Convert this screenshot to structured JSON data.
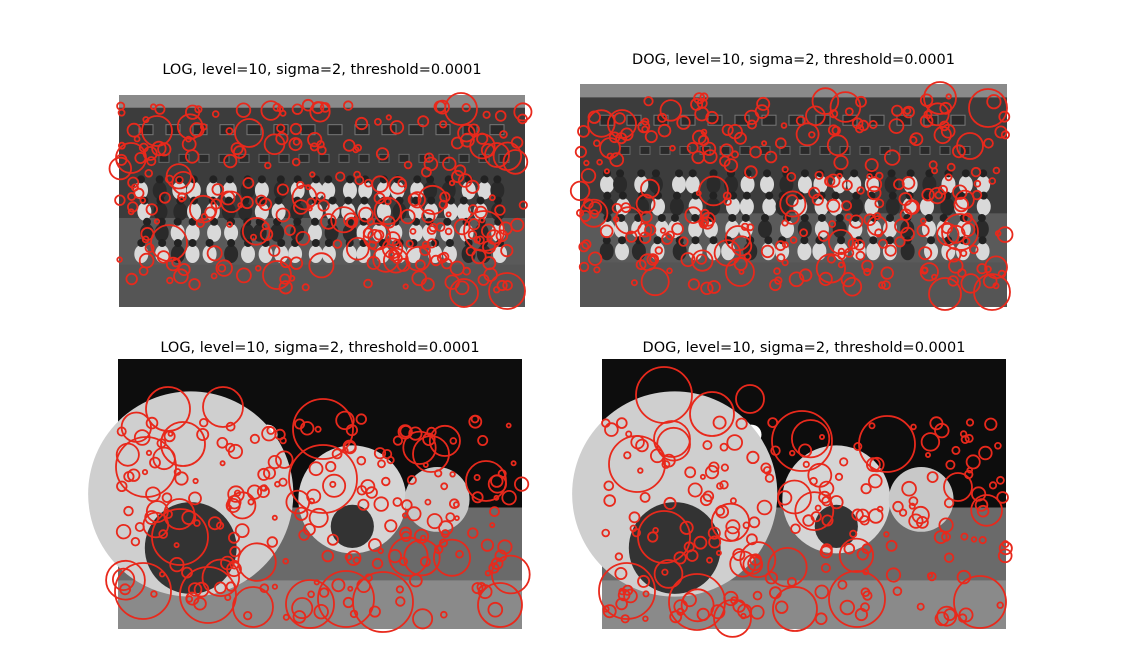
{
  "figure": {
    "panels": [
      {
        "id": "top-left",
        "title": "LOG, level=10, sigma=2, threshold=0.0001",
        "image": "team photo with red circles"
      },
      {
        "id": "top-right",
        "title": "DOG, level=10, sigma=2, threshold=0.0001",
        "image": "team photo with red circles"
      },
      {
        "id": "bottom-left",
        "title": "LOG, level=10, sigma=2, threshold=0.0001",
        "image": "soccer balls photo with red circles"
      },
      {
        "id": "bottom-right",
        "title": "DOG, level=10, sigma=2, threshold=0.0001",
        "image": "soccer balls photo with red circles"
      }
    ],
    "colors": {
      "circle": "#e8291c",
      "background": "#ffffff"
    }
  }
}
